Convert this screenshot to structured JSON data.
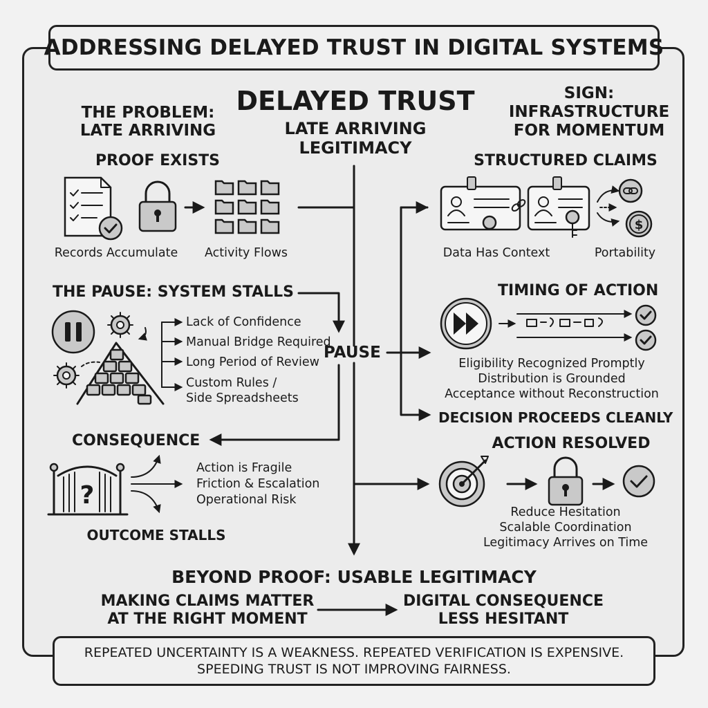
{
  "title": "ADDRESSING DELAYED TRUST IN DIGITAL SYSTEMS",
  "center": {
    "heading": "DELAYED TRUST",
    "sub_line1": "LATE ARRIVING",
    "sub_line2": "LEGITIMACY",
    "pause": "PAUSE"
  },
  "problem": {
    "heading_line1": "THE PROBLEM:",
    "heading_line2": "LATE ARRIVING",
    "proof_heading": "PROOF EXISTS",
    "label_records": "Records Accumulate",
    "label_activity": "Activity Flows"
  },
  "pause_section": {
    "heading": "THE PAUSE: SYSTEM STALLS",
    "items": [
      "Lack of Confidence",
      "Manual Bridge Required",
      "Long Period of Review",
      "Custom Rules /",
      "Side Spreadsheets"
    ]
  },
  "consequence": {
    "heading": "CONSEQUENCE",
    "items": [
      "Action is Fragile",
      "Friction & Escalation",
      "Operational Risk"
    ],
    "outcome": "OUTCOME STALLS"
  },
  "sign": {
    "heading_line1": "SIGN:",
    "heading_line2": "INFRASTRUCTURE",
    "heading_line3": "FOR MOMENTUM",
    "claims_heading": "STRUCTURED CLAIMS",
    "label_context": "Data Has Context",
    "label_portability": "Portability"
  },
  "timing": {
    "heading": "TIMING OF ACTION",
    "lines": [
      "Eligibility Recognized Promptly",
      "Distribution is Grounded",
      "Acceptance without Reconstruction"
    ],
    "decision": "DECISION PROCEEDS CLEANLY"
  },
  "resolved": {
    "heading": "ACTION RESOLVED",
    "lines": [
      "Reduce Hesitation",
      "Scalable Coordination",
      "Legitimacy Arrives on Time"
    ]
  },
  "beyond": {
    "heading": "BEYOND PROOF: USABLE LEGITIMACY",
    "left_line1": "MAKING CLAIMS MATTER",
    "left_line2": "AT THE RIGHT MOMENT",
    "right_line1": "DIGITAL CONSEQUENCE",
    "right_line2": "LESS HESITANT"
  },
  "footer": {
    "line1": "REPEATED UNCERTAINTY IS A WEAKNESS. REPEATED VERIFICATION IS EXPENSIVE.",
    "line2": "SPEEDING TRUST IS NOT IMPROVING FAIRNESS."
  },
  "icons": [
    "checklist-document-icon",
    "padlock-icon",
    "folder-grid-icon",
    "pause-icon",
    "gear-icon",
    "folder-pyramid-icon",
    "gate-question-icon",
    "id-card-icon",
    "chain-link-icon",
    "key-icon",
    "dollar-coin-icon",
    "fast-forward-icon",
    "check-circle-icon",
    "target-icon"
  ]
}
